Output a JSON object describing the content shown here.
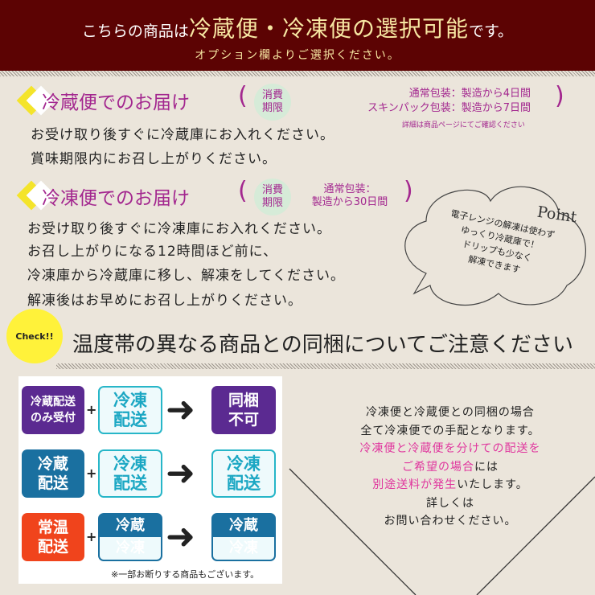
{
  "header": {
    "prefix": "こちらの商品は",
    "highlight": "冷蔵便・冷凍便の選択可能",
    "suffix": "です。",
    "subtitle": "オプション欄よりご選択ください。"
  },
  "chilled": {
    "title": "冷蔵便でのお届け",
    "limit_label": "消費期限",
    "normal": "通常包装：製造から4日間",
    "skin": "スキンパック包装：製造から7日間",
    "note": "詳細は商品ページにてご確認ください",
    "lines": [
      "お受け取り後すぐに冷蔵庫にお入れください。",
      "賞味期限内にお召し上がりください。"
    ]
  },
  "frozen": {
    "title": "冷凍便でのお届け",
    "limit_label": "消費期限",
    "normal_1": "通常包装：",
    "normal_2": "製造から30日間",
    "lines": [
      "お受け取り後すぐに冷凍庫にお入れください。",
      "お召し上がりになる12時間ほど前に、",
      "冷凍庫から冷蔵庫に移し、解凍をしてください。",
      "解凍後はお早めにお召し上がりください。"
    ]
  },
  "point": {
    "label": "Point",
    "lines": [
      "電子レンジの解凍は使わず",
      "ゆっくり冷蔵庫で！",
      "ドリップも少なく",
      "解凍できます"
    ]
  },
  "check": {
    "badge": "Check!!",
    "headline": "温度帯の異なる商品との同梱についてご注意ください"
  },
  "table": {
    "rows": [
      {
        "a": "冷蔵配送のみ受付",
        "b": "冷凍配送",
        "result": "同梱不可"
      },
      {
        "a": "冷蔵配送",
        "b": "冷凍配送",
        "result": "冷凍配送"
      },
      {
        "a": "常温配送",
        "b": "冷蔵冷凍",
        "result": "冷蔵冷凍"
      }
    ],
    "plus": "+",
    "arrow": "➜",
    "footnote": "※一部お断りする商品もございます。"
  },
  "notice": {
    "l1": "冷凍便と冷蔵便との同梱の場合",
    "l2": "全て冷凍便での手配となります。",
    "l3": "冷凍便と冷蔵便を分けての配送を",
    "l4a": "ご希望の場合",
    "l4b": "には",
    "l5a": "別途送料が発生",
    "l5b": "いたします。",
    "l6": "詳しくは",
    "l7": "お問い合わせください。"
  },
  "colors": {
    "header": "#5c0303",
    "gold": "#f7e7a3",
    "heading": "#a3278f",
    "accent": "#e0369e",
    "purple": "#5b2a91",
    "blue": "#1a70a0",
    "red": "#f0441c"
  }
}
